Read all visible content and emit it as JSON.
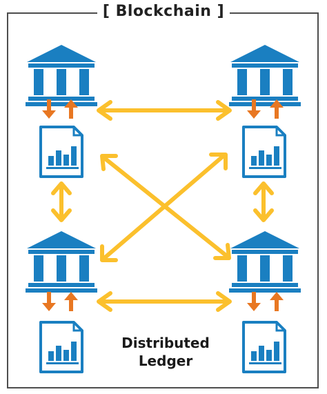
{
  "title": "[ Blockchain ]",
  "caption": {
    "line1": "Distributed",
    "line2": "Ledger"
  },
  "colors": {
    "bank_blue": "#1a7fc1",
    "doc_blue": "#1a7fc1",
    "doc_fill": "#ffffff",
    "arrow_orange": "#e87722",
    "arrow_yellow": "#fbc02d",
    "frame": "#4d4d4d"
  },
  "nodes": [
    {
      "id": "top-left",
      "icons": [
        "bank-icon",
        "ledger-document-icon"
      ]
    },
    {
      "id": "top-right",
      "icons": [
        "bank-icon",
        "ledger-document-icon"
      ]
    },
    {
      "id": "bottom-left",
      "icons": [
        "bank-icon",
        "ledger-document-icon"
      ]
    },
    {
      "id": "bottom-right",
      "icons": [
        "bank-icon",
        "ledger-document-icon"
      ]
    }
  ],
  "connections": [
    "top-left<->top-right",
    "bottom-left<->bottom-right",
    "top-left<->bottom-right",
    "top-right<->bottom-left",
    "top-left<->bottom-left",
    "top-right<->bottom-right"
  ]
}
